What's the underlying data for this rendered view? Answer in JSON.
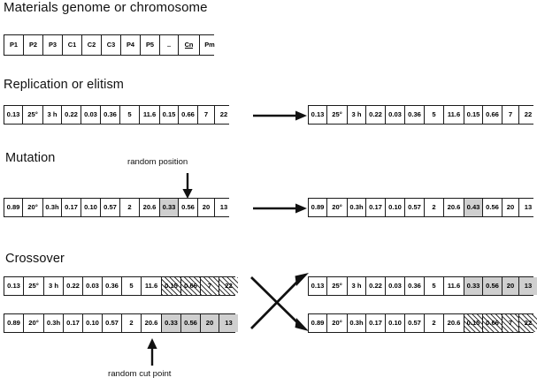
{
  "sections": {
    "genome": {
      "title": "Materials genome or chromosome",
      "strip": {
        "cells": [
          {
            "label": "P1"
          },
          {
            "label": "P2"
          },
          {
            "label": "P3"
          },
          {
            "label": "C1"
          },
          {
            "label": "C2"
          },
          {
            "label": "C3"
          },
          {
            "label": "P4"
          },
          {
            "label": "P5"
          },
          {
            "label": ".."
          },
          {
            "label": "Cn",
            "underline": true
          },
          {
            "label": "Pm"
          }
        ]
      }
    },
    "replication": {
      "title": "Replication or elitism",
      "left": {
        "cells": [
          {
            "label": "0.13"
          },
          {
            "label": "25°"
          },
          {
            "label": "3 h"
          },
          {
            "label": "0.22"
          },
          {
            "label": "0.03"
          },
          {
            "label": "0.36"
          },
          {
            "label": "5"
          },
          {
            "label": "11.6"
          },
          {
            "label": "0.15"
          },
          {
            "label": "0.66"
          },
          {
            "label": "7"
          },
          {
            "label": "22"
          }
        ]
      },
      "right": {
        "cells": [
          {
            "label": "0.13"
          },
          {
            "label": "25°"
          },
          {
            "label": "3 h"
          },
          {
            "label": "0.22"
          },
          {
            "label": "0.03"
          },
          {
            "label": "0.36"
          },
          {
            "label": "5"
          },
          {
            "label": "11.6"
          },
          {
            "label": "0.15"
          },
          {
            "label": "0.66"
          },
          {
            "label": "7"
          },
          {
            "label": "22"
          }
        ]
      }
    },
    "mutation": {
      "title": "Mutation",
      "annotation": "random position",
      "left": {
        "cells": [
          {
            "label": "0.89"
          },
          {
            "label": "20°"
          },
          {
            "label": "0.3h"
          },
          {
            "label": "0.17"
          },
          {
            "label": "0.10"
          },
          {
            "label": "0.57"
          },
          {
            "label": "2"
          },
          {
            "label": "20.6"
          },
          {
            "label": "0.33",
            "fill": "gray"
          },
          {
            "label": "0.56"
          },
          {
            "label": "20"
          },
          {
            "label": "13"
          }
        ]
      },
      "right": {
        "cells": [
          {
            "label": "0.89"
          },
          {
            "label": "20°"
          },
          {
            "label": "0.3h"
          },
          {
            "label": "0.17"
          },
          {
            "label": "0.10"
          },
          {
            "label": "0.57"
          },
          {
            "label": "2"
          },
          {
            "label": "20.6"
          },
          {
            "label": "0.43",
            "fill": "gray"
          },
          {
            "label": "0.56"
          },
          {
            "label": "20"
          },
          {
            "label": "13"
          }
        ]
      }
    },
    "crossover": {
      "title": "Crossover",
      "annotation": "random cut point",
      "parent1": {
        "cells": [
          {
            "label": "0.13"
          },
          {
            "label": "25°"
          },
          {
            "label": "3 h"
          },
          {
            "label": "0.22"
          },
          {
            "label": "0.03"
          },
          {
            "label": "0.36"
          },
          {
            "label": "5"
          },
          {
            "label": "11.6"
          },
          {
            "label": "0.15",
            "fill": "hatch"
          },
          {
            "label": "0.66",
            "fill": "hatch"
          },
          {
            "label": "7",
            "fill": "hatch"
          },
          {
            "label": "22",
            "fill": "hatch"
          }
        ]
      },
      "parent2": {
        "cells": [
          {
            "label": "0.89"
          },
          {
            "label": "20°"
          },
          {
            "label": "0.3h"
          },
          {
            "label": "0.17"
          },
          {
            "label": "0.10"
          },
          {
            "label": "0.57"
          },
          {
            "label": "2"
          },
          {
            "label": "20.6"
          },
          {
            "label": "0.33",
            "fill": "gray"
          },
          {
            "label": "0.56",
            "fill": "gray"
          },
          {
            "label": "20",
            "fill": "gray"
          },
          {
            "label": "13",
            "fill": "gray"
          }
        ]
      },
      "child1": {
        "cells": [
          {
            "label": "0.13"
          },
          {
            "label": "25°"
          },
          {
            "label": "3 h"
          },
          {
            "label": "0.22"
          },
          {
            "label": "0.03"
          },
          {
            "label": "0.36"
          },
          {
            "label": "5"
          },
          {
            "label": "11.6"
          },
          {
            "label": "0.33",
            "fill": "gray"
          },
          {
            "label": "0.56",
            "fill": "gray"
          },
          {
            "label": "20",
            "fill": "gray"
          },
          {
            "label": "13",
            "fill": "gray"
          }
        ]
      },
      "child2": {
        "cells": [
          {
            "label": "0.89"
          },
          {
            "label": "20°"
          },
          {
            "label": "0.3h"
          },
          {
            "label": "0.17"
          },
          {
            "label": "0.10"
          },
          {
            "label": "0.57"
          },
          {
            "label": "2"
          },
          {
            "label": "20.6"
          },
          {
            "label": "0.15",
            "fill": "hatch"
          },
          {
            "label": "0.66",
            "fill": "hatch"
          },
          {
            "label": "7",
            "fill": "hatch"
          },
          {
            "label": "22",
            "fill": "hatch"
          }
        ]
      }
    }
  },
  "colors": {
    "stroke": "#1a1a1a",
    "gray_fill": "#cfcfcf",
    "background": "#ffffff"
  }
}
